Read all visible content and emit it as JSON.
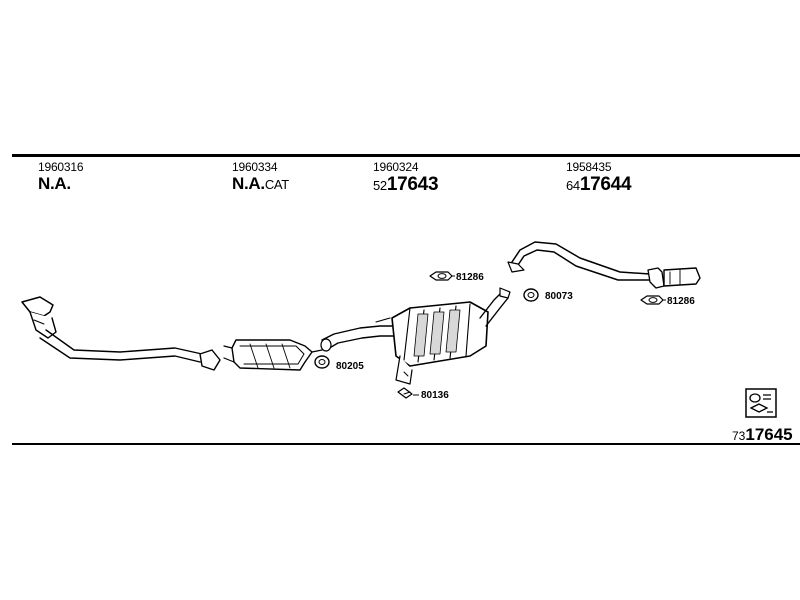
{
  "columns": [
    {
      "code": "1960316",
      "label": "N.A.",
      "label_suffix": ""
    },
    {
      "code": "1960334",
      "label": "N.A.",
      "label_suffix": "CAT"
    },
    {
      "code": "1960324",
      "prefix": "52",
      "number": "17643"
    },
    {
      "code": "1958435",
      "prefix": "64",
      "number": "17644"
    }
  ],
  "parts": {
    "gasket_1": "80205",
    "bracket_1": "80136",
    "clamp_1": "81286",
    "gasket_2": "80073",
    "clamp_2": "81286"
  },
  "reference": {
    "prefix": "73",
    "number": "17645"
  },
  "colors": {
    "line": "#000000",
    "fill": "#ffffff",
    "shade": "#d8d8d8"
  }
}
